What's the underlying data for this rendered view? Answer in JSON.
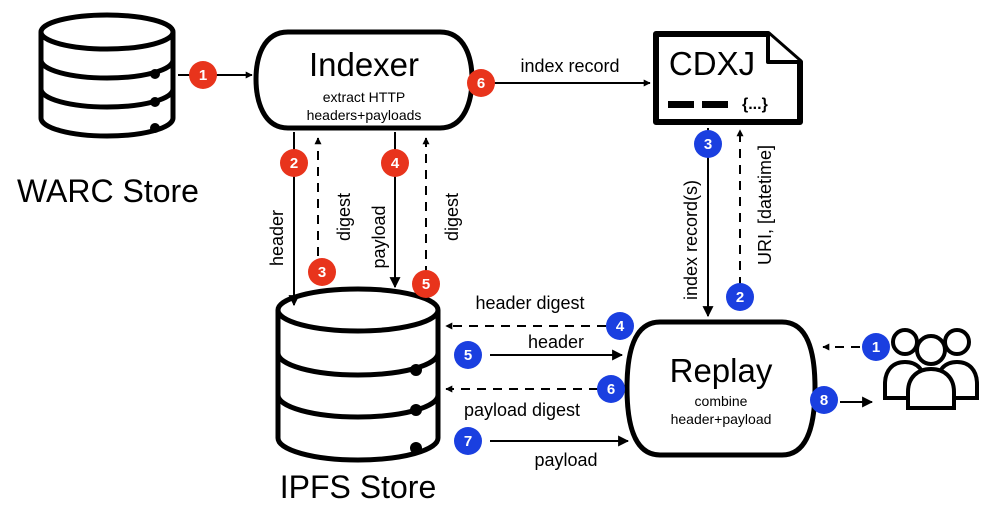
{
  "stores": {
    "warc": "WARC Store",
    "ipfs": "IPFS Store"
  },
  "indexer": {
    "title": "Indexer",
    "subtitle_line1": "extract HTTP",
    "subtitle_line2": "headers+payloads"
  },
  "cdxj": {
    "title": "CDXJ",
    "content": "{...}"
  },
  "replay": {
    "title": "Replay",
    "subtitle_line1": "combine",
    "subtitle_line2": "header+payload"
  },
  "edges": {
    "index_record": "index record",
    "header": "header",
    "digest_a": "digest",
    "payload": "payload",
    "digest_b": "digest",
    "index_records": "index record(s)",
    "uri_datetime": "URI, [datetime]",
    "header_digest": "header digest",
    "replay_header": "header",
    "payload_digest": "payload digest",
    "replay_payload": "payload"
  },
  "badges": {
    "indexing": [
      "1",
      "2",
      "3",
      "4",
      "5",
      "6"
    ],
    "replay": [
      "1",
      "2",
      "3",
      "4",
      "5",
      "6",
      "7",
      "8"
    ]
  },
  "colors": {
    "indexing_badge": "#e8341c",
    "replay_badge": "#1a3fe0",
    "stroke": "#000000"
  }
}
